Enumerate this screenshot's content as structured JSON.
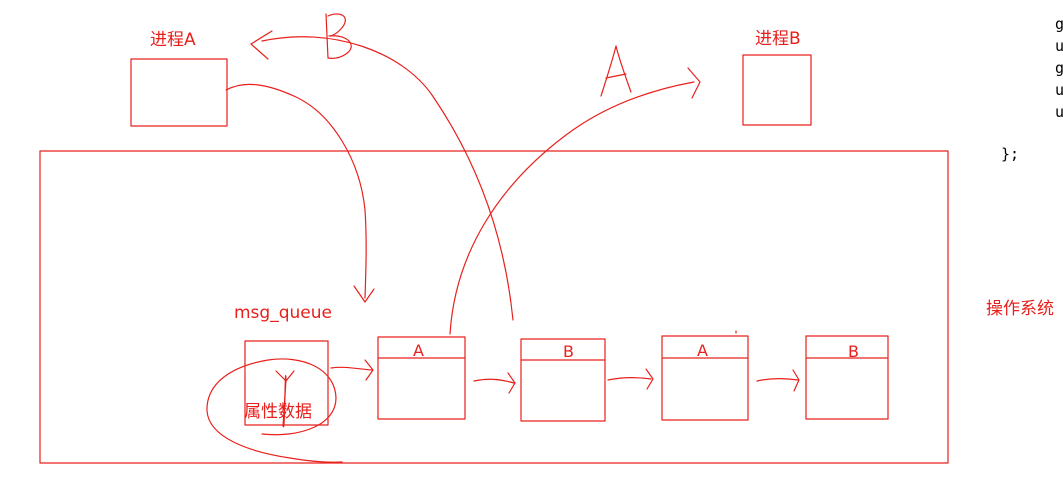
{
  "labels": {
    "process_a": "进程A",
    "process_b": "进程B",
    "msg_queue": "msg_queue",
    "attributes": "属性数据",
    "os": "操作系统"
  },
  "nodes": [
    {
      "tag": "A"
    },
    {
      "tag": "B"
    },
    {
      "tag": "A"
    },
    {
      "tag": "B"
    }
  ],
  "arrow_marks": {
    "to_process_a": "B",
    "to_process_b": "A"
  },
  "code_lines": [
    "g",
    "u",
    "g",
    "u",
    "u",
    "};"
  ],
  "colors": {
    "ink": "#e8201c",
    "text": "#000000"
  }
}
